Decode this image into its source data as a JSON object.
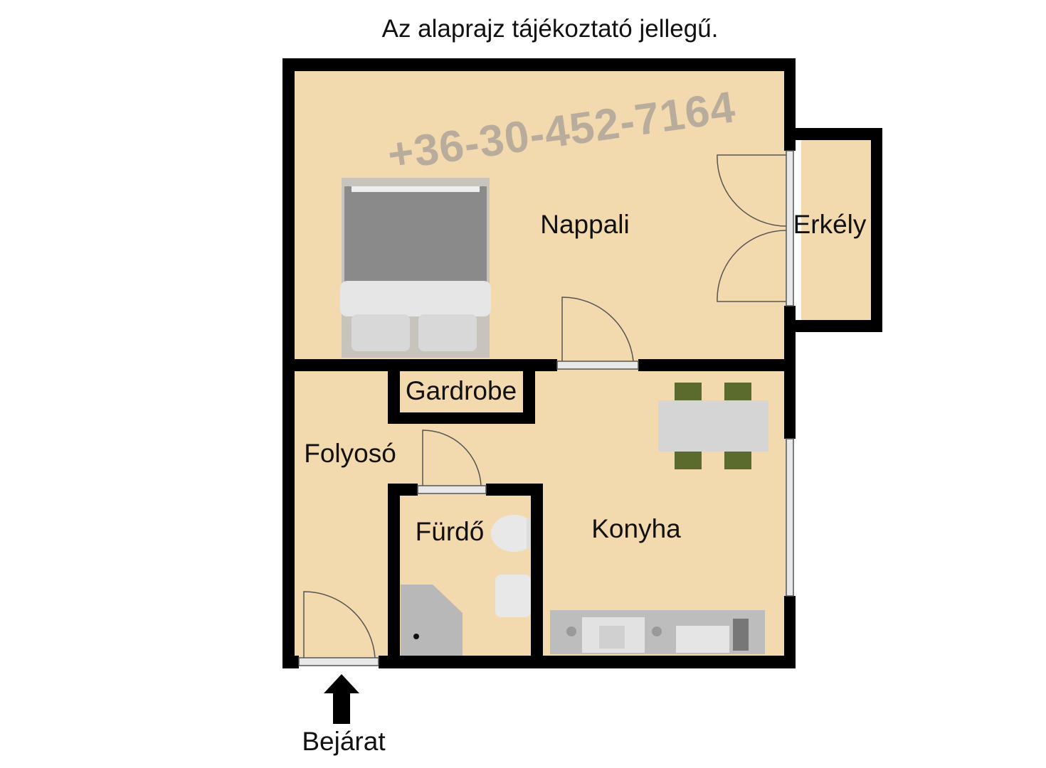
{
  "title": "Az alaprajz tájékoztató jellegű.",
  "rooms": {
    "nappali": "Nappali",
    "erkely": "Erkély",
    "gardrobe": "Gardrobe",
    "folyoso": "Folyosó",
    "furdo": "Fürdő",
    "konyha": "Konyha"
  },
  "entrance_label": "Bejárat",
  "watermark": "+36-30-452-7164",
  "colors": {
    "floor": "#f3d9ae",
    "wall": "#000000",
    "furniture": "#cfcfcf"
  }
}
